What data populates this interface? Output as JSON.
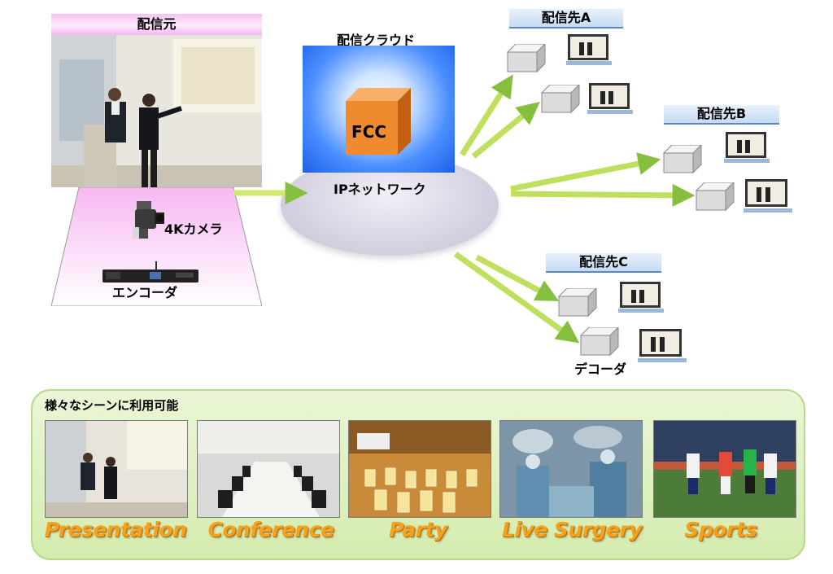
{
  "source": {
    "title": "配信元",
    "camera_label": "4Kカメラ",
    "encoder_label": "エンコーダ"
  },
  "cloud": {
    "title": "配信クラウド",
    "box_label": "FCC",
    "network_label": "IPネットワーク"
  },
  "destinations": [
    {
      "label": "配信先A"
    },
    {
      "label": "配信先B"
    },
    {
      "label": "配信先C"
    }
  ],
  "decoder_label": "デコーダ",
  "scenes": {
    "title": "様々なシーンに利用可能",
    "items": [
      {
        "caption": "Presentation"
      },
      {
        "caption": "Conference"
      },
      {
        "caption": "Party"
      },
      {
        "caption": "Live Surgery"
      },
      {
        "caption": "Sports"
      }
    ]
  },
  "colors": {
    "arrow": "#c6e85a",
    "cube": "#f08a2a",
    "panel": "#dff0c2",
    "caption": "#f4a21c"
  }
}
